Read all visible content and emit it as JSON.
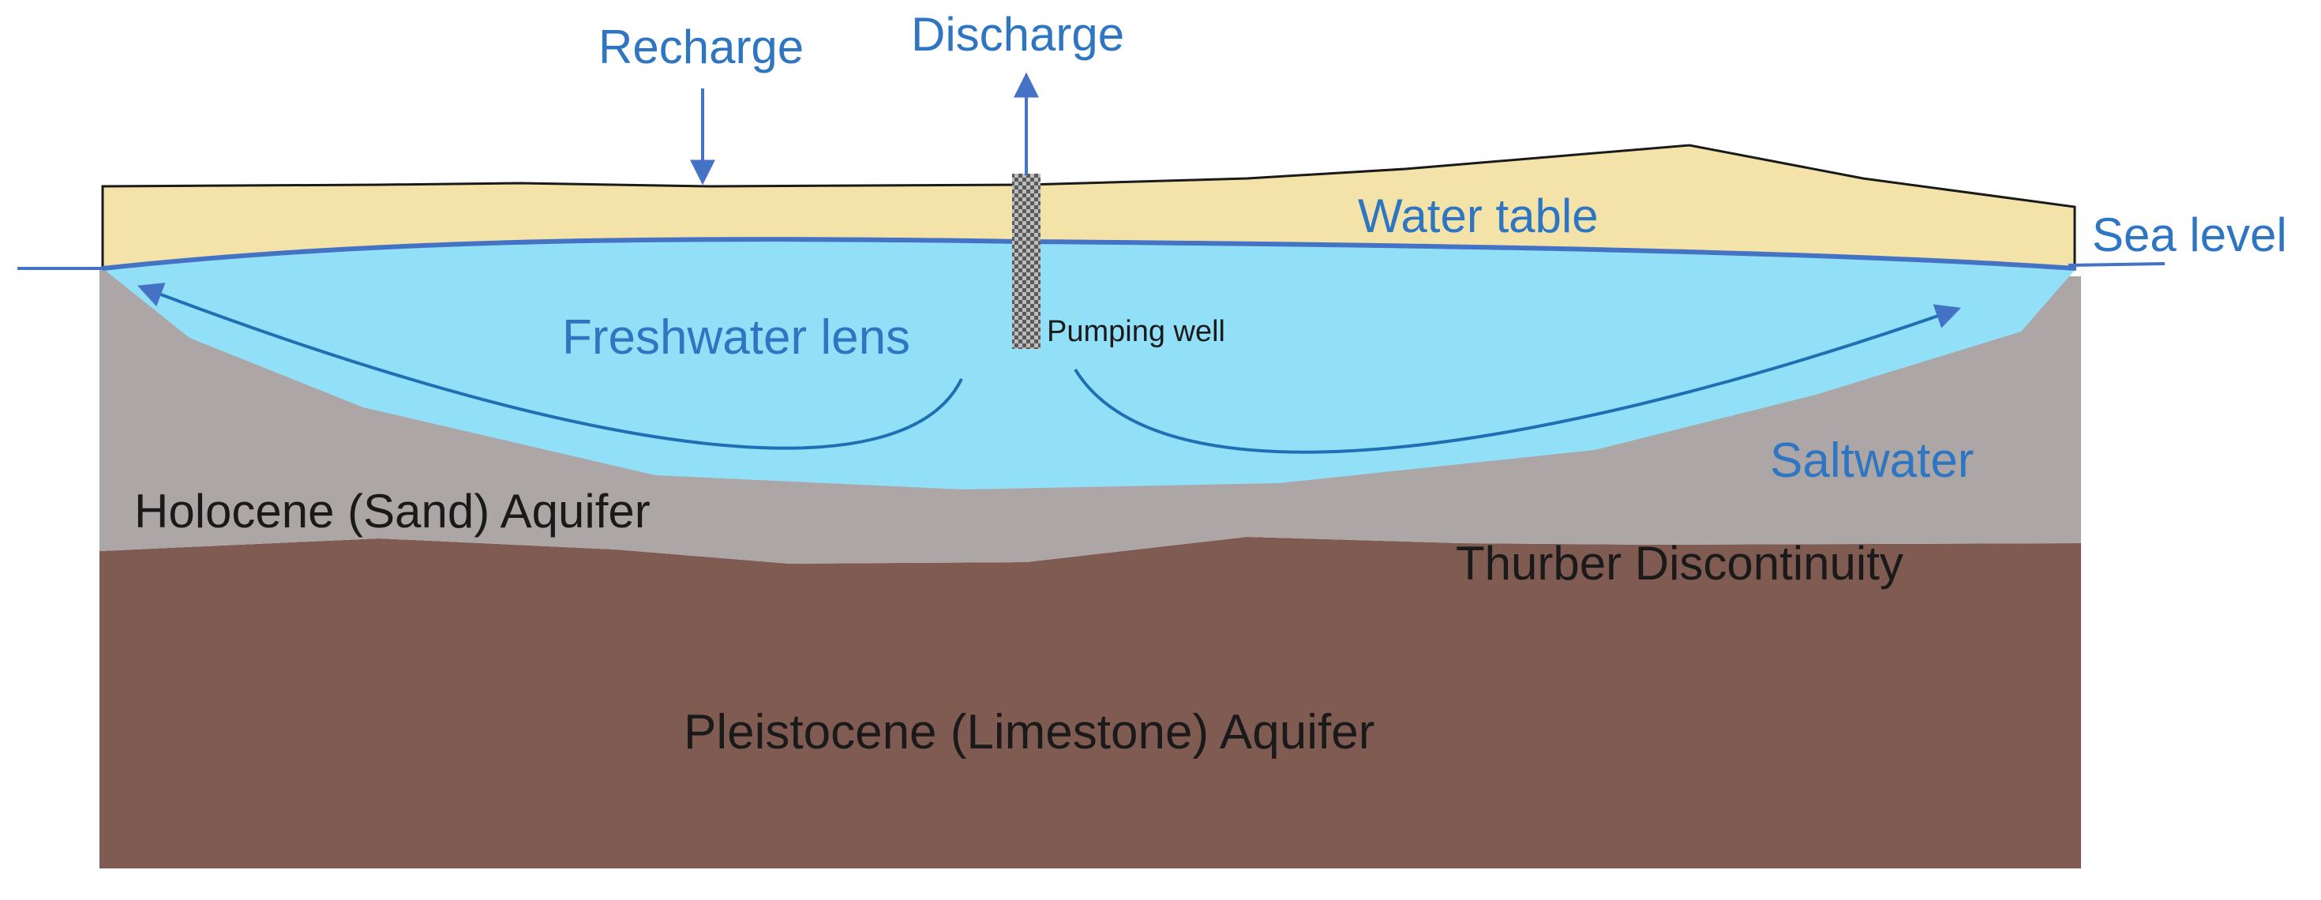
{
  "labels": {
    "recharge": "Recharge",
    "discharge": "Discharge",
    "water_table": "Water table",
    "sea_level": "Sea level",
    "freshwater_lens": "Freshwater lens",
    "pumping_well": "Pumping well",
    "saltwater": "Saltwater",
    "holocene": "Holocene (Sand) Aquifer",
    "thurber": "Thurber Discontinuity",
    "pleistocene": "Pleistocene (Limestone) Aquifer"
  },
  "colors": {
    "sand": "#F3E3A9",
    "freshwater": "#92DFF8",
    "saltwater_sand": "#ADA6A6",
    "limestone": "#7F5B52",
    "line_blue": "#4472C4",
    "text_blue": "#2E75C2",
    "text_dark": "#1a1a1a"
  }
}
